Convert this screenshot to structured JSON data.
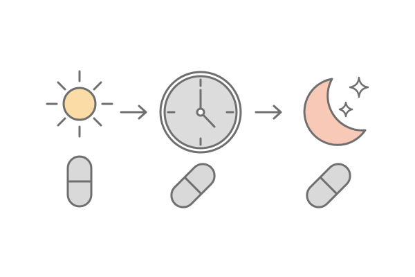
{
  "schedule": {
    "steps": [
      {
        "period": "morning",
        "icon": "sun-icon",
        "dose_icon": "pill-icon"
      },
      {
        "period": "daytime",
        "icon": "clock-icon",
        "dose_icon": "pill-icon",
        "clock_time": "4:00"
      },
      {
        "period": "night",
        "icon": "moon-icon",
        "dose_icon": "pill-icon"
      }
    ],
    "connector_icon": "arrow-right-icon"
  },
  "colors": {
    "stroke": "#6f6f6f",
    "sun_fill": "#fbdca6",
    "clock_fill": "#dcdcdc",
    "moon_fill": "#f9c9b8",
    "pill_fill": "#d9d9d9",
    "background": "#ffffff"
  }
}
